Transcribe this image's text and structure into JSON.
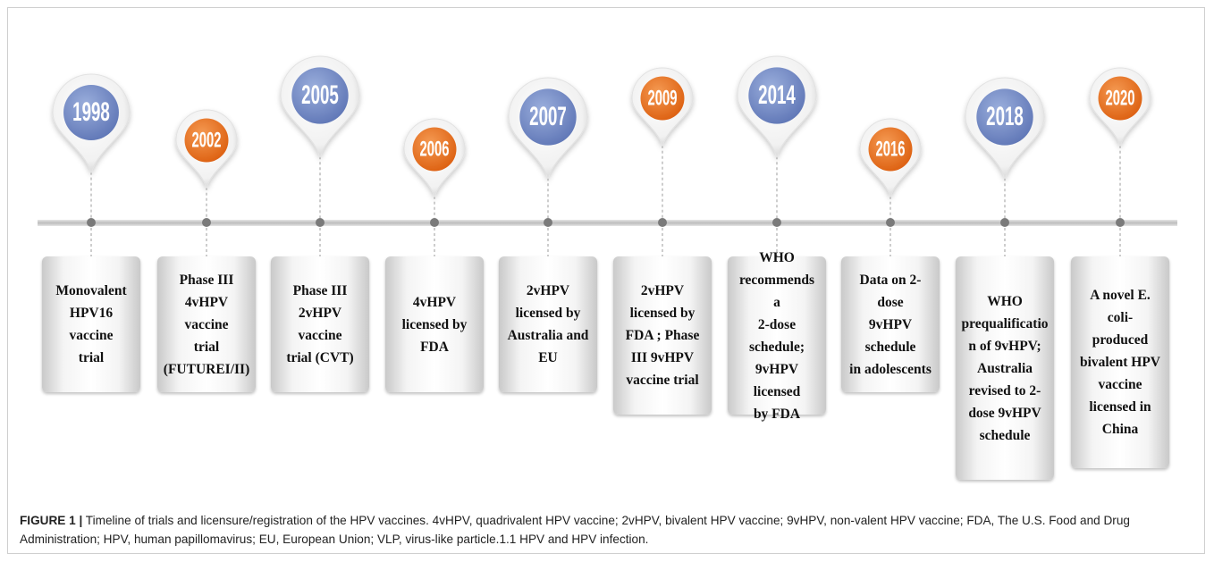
{
  "timeline": {
    "events": [
      {
        "year": "1998",
        "color": "blue",
        "text": [
          "Monovalent",
          "HPV16 vaccine",
          "trial"
        ]
      },
      {
        "year": "2002",
        "color": "orange",
        "text": [
          "Phase III",
          "4vHPV vaccine",
          "trial",
          "(FUTUREI/II)"
        ]
      },
      {
        "year": "2005",
        "color": "blue",
        "text": [
          "Phase III",
          "2vHPV vaccine",
          "trial (CVT)"
        ]
      },
      {
        "year": "2006",
        "color": "orange",
        "text": [
          "4vHPV",
          "licensed by",
          "FDA"
        ]
      },
      {
        "year": "2007",
        "color": "blue",
        "text": [
          "2vHPV",
          "licensed by",
          "Australia and",
          "EU"
        ]
      },
      {
        "year": "2009",
        "color": "orange",
        "text": [
          "2vHPV",
          "licensed by",
          "FDA ; Phase",
          "III 9vHPV",
          "vaccine trial"
        ]
      },
      {
        "year": "2014",
        "color": "blue",
        "text": [
          "WHO",
          "recommends a",
          "2-dose schedule;",
          "9vHPV licensed",
          "by FDA"
        ]
      },
      {
        "year": "2016",
        "color": "orange",
        "text": [
          "Data on 2-dose",
          "9vHPV schedule",
          "in adolescents"
        ]
      },
      {
        "year": "2018",
        "color": "blue",
        "text": [
          "WHO",
          "prequalificatio",
          "n of 9vHPV;",
          "Australia",
          "revised to 2-",
          "dose 9vHPV",
          "schedule"
        ]
      },
      {
        "year": "2020",
        "color": "orange",
        "text": [
          "A  novel E.",
          "coli-",
          "produced",
          "bivalent HPV",
          "vaccine",
          "licensed in",
          "China"
        ]
      }
    ],
    "colors": {
      "blue": "#6f86c4",
      "orange": "#e66e1e",
      "line": "#c8c8c8",
      "dot": "#7a7a7a"
    }
  },
  "caption": {
    "label": "FIGURE 1 |",
    "text": " Timeline of trials and licensure/registration of the HPV vaccines. 4vHPV, quadrivalent HPV vaccine; 2vHPV, bivalent HPV vaccine; 9vHPV, non-valent HPV vaccine; FDA, The U.S. Food and Drug Administration; HPV, human papillomavirus; EU, European Union; VLP, virus-like particle.1.1 HPV and HPV infection."
  }
}
